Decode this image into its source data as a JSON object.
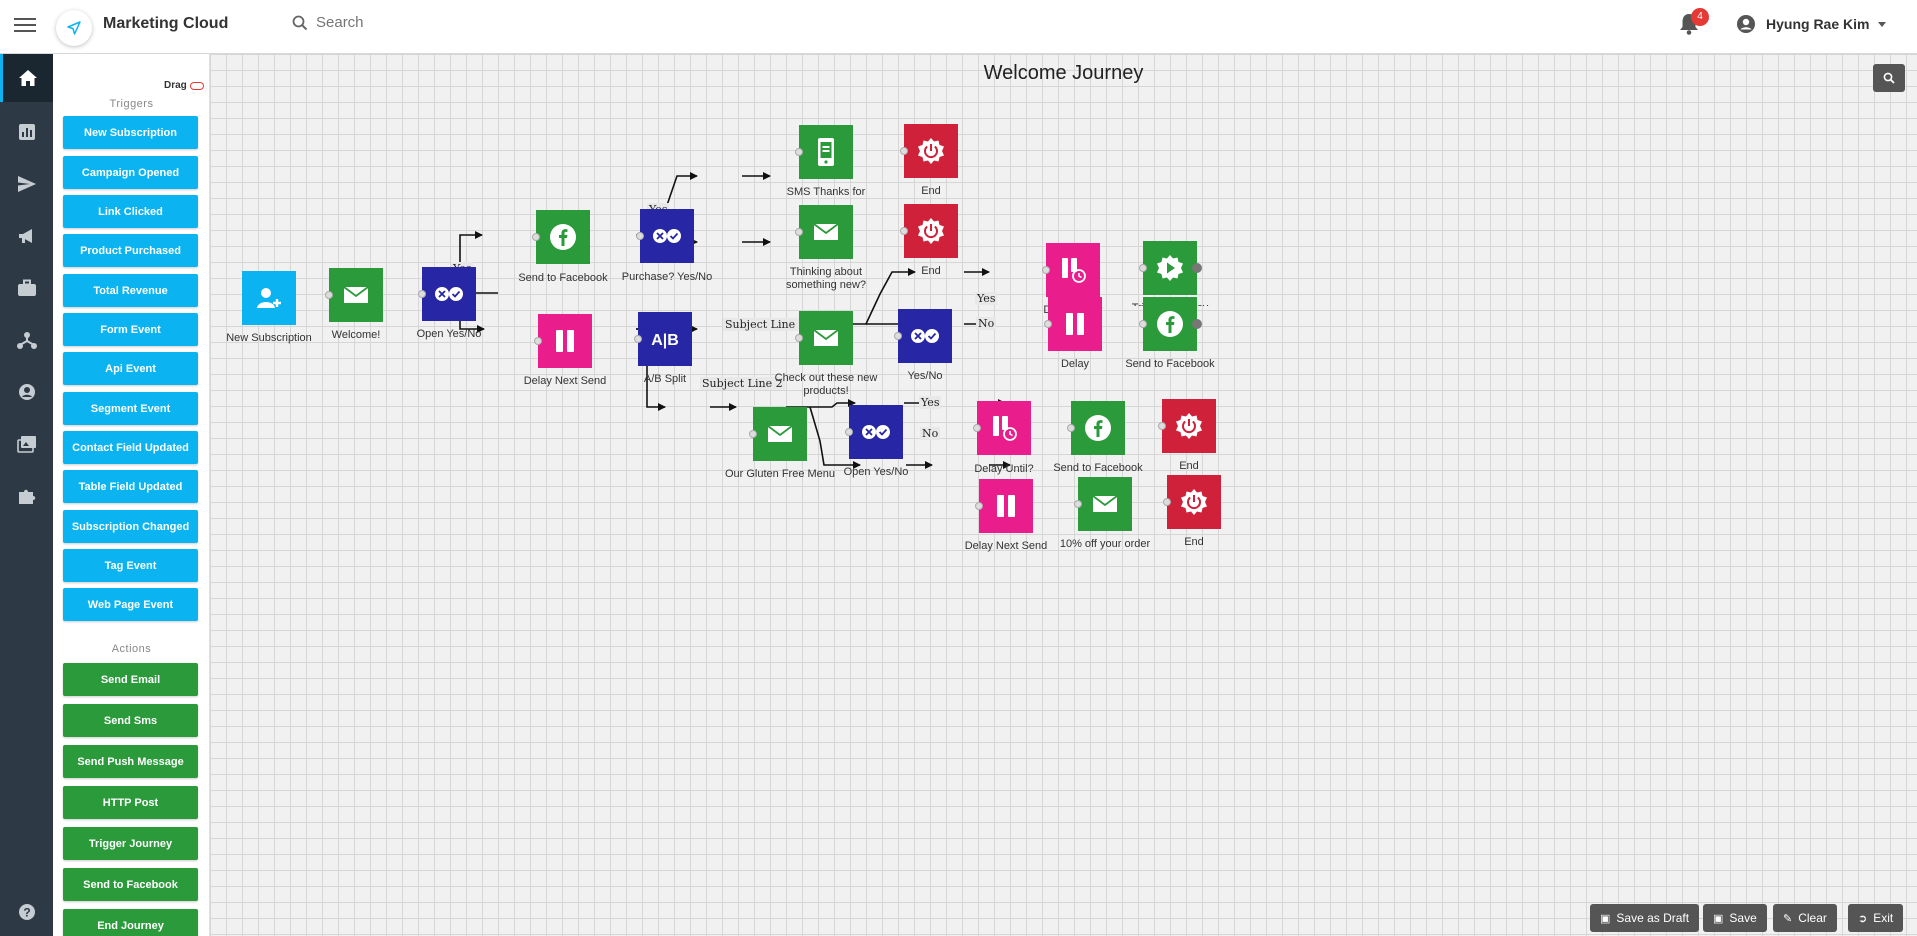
{
  "header": {
    "app_title": "Marketing Cloud",
    "search_placeholder": "Search",
    "notification_count": "4",
    "user_name": "Hyung Rae Kim"
  },
  "leftnav": {
    "items": [
      {
        "icon": "home-icon"
      },
      {
        "icon": "chart-icon"
      },
      {
        "icon": "send-icon"
      },
      {
        "icon": "megaphone-icon"
      },
      {
        "icon": "briefcase-icon"
      },
      {
        "icon": "sitemap-icon"
      },
      {
        "icon": "user-icon"
      },
      {
        "icon": "images-icon"
      },
      {
        "icon": "puzzle-icon"
      },
      {
        "icon": "help-icon"
      }
    ]
  },
  "palette": {
    "drag_label": "Drag",
    "triggers_title": "Triggers",
    "triggers": [
      "New Subscription",
      "Campaign Opened",
      "Link Clicked",
      "Product Purchased",
      "Total Revenue",
      "Form Event",
      "Api Event",
      "Segment Event",
      "Contact Field Updated",
      "Table Field Updated",
      "Subscription Changed",
      "Tag Event",
      "Web Page Event"
    ],
    "actions_title": "Actions",
    "actions": [
      "Send Email",
      "Send Sms",
      "Send Push Message",
      "HTTP Post",
      "Trigger Journey",
      "Send to Facebook",
      "End Journey"
    ]
  },
  "canvas": {
    "title": "Welcome Journey",
    "nodes": [
      {
        "label": "New Subscription",
        "type": "trigger",
        "icon": "add-user-icon",
        "color": "#0bb4f0"
      },
      {
        "label": "Welcome!",
        "type": "email",
        "icon": "envelope-icon",
        "color": "#2b9a3b"
      },
      {
        "label": "Open Yes/No",
        "type": "decision",
        "icon": "yes-no-icon",
        "color": "#2727a6"
      },
      {
        "label": "Send to Facebook",
        "type": "facebook",
        "icon": "facebook-icon",
        "color": "#2b9a3b"
      },
      {
        "label": "Purchase? Yes/No",
        "type": "decision",
        "icon": "yes-no-icon",
        "color": "#2727a6"
      },
      {
        "label": "SMS Thanks for",
        "type": "sms",
        "icon": "phone-icon",
        "color": "#2b9a3b"
      },
      {
        "label": "End",
        "type": "end",
        "icon": "power-icon",
        "color": "#d0213a"
      },
      {
        "label": "Thinking about something new?",
        "type": "email",
        "icon": "envelope-icon",
        "color": "#2b9a3b"
      },
      {
        "label": "End",
        "type": "end",
        "icon": "power-icon",
        "color": "#d0213a"
      },
      {
        "label": "Delay Next Send",
        "type": "delay",
        "icon": "pause-icon",
        "color": "#e91e8c"
      },
      {
        "label": "A/B Split",
        "type": "split",
        "icon": "ab-icon",
        "color": "#2727a6"
      },
      {
        "label": "Check out these new products!",
        "type": "email",
        "icon": "envelope-icon",
        "color": "#2b9a3b"
      },
      {
        "label": "Yes/No",
        "type": "decision",
        "icon": "yes-no-icon",
        "color": "#2727a6"
      },
      {
        "label": "Delay Until?",
        "type": "delay-until",
        "icon": "pause-clock-icon",
        "color": "#e91e8c"
      },
      {
        "label": "Trigger Journey",
        "type": "trigger-journey",
        "icon": "play-icon",
        "color": "#2b9a3b"
      },
      {
        "label": "Delay",
        "type": "delay",
        "icon": "pause-icon",
        "color": "#e91e8c"
      },
      {
        "label": "Send to Facebook",
        "type": "facebook",
        "icon": "facebook-icon",
        "color": "#2b9a3b"
      },
      {
        "label": "Our Gluten Free Menu",
        "type": "email",
        "icon": "envelope-icon",
        "color": "#2b9a3b"
      },
      {
        "label": "Open Yes/No",
        "type": "decision",
        "icon": "yes-no-icon",
        "color": "#2727a6"
      },
      {
        "label": "Delay Until?",
        "type": "delay-until",
        "icon": "pause-clock-icon",
        "color": "#e91e8c"
      },
      {
        "label": "Send to Facebook",
        "type": "facebook",
        "icon": "facebook-icon",
        "color": "#2b9a3b"
      },
      {
        "label": "End",
        "type": "end",
        "icon": "power-icon",
        "color": "#d0213a"
      },
      {
        "label": "Delay Next Send",
        "type": "delay",
        "icon": "pause-icon",
        "color": "#e91e8c"
      },
      {
        "label": "10% off your order",
        "type": "email",
        "icon": "envelope-icon",
        "color": "#2b9a3b"
      },
      {
        "label": "End",
        "type": "end",
        "icon": "power-icon",
        "color": "#d0213a"
      }
    ],
    "edge_labels": {
      "yes": "Yes",
      "no": "No",
      "subject_line_1": "Subject Line 1",
      "subject_line_2": "Subject Line 2"
    }
  },
  "footer": {
    "save_draft": "Save as Draft",
    "save": "Save",
    "clear": "Clear",
    "exit": "Exit"
  },
  "colors": {
    "trigger": "#0bb4f0",
    "action": "#2b9a3b",
    "decision": "#2727a6",
    "delay": "#e91e8c",
    "end": "#d0213a",
    "nav_bg": "#2d3a45"
  }
}
